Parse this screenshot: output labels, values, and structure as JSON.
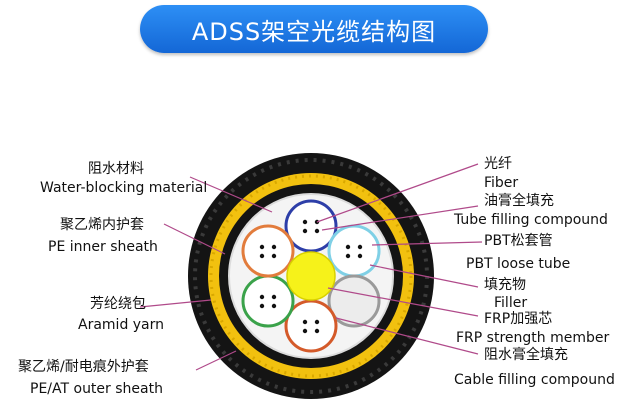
{
  "title": "ADSS架空光缆结构图",
  "labels_left": {
    "water_block_zh": "阻水材料",
    "water_block_en": "Water-blocking material",
    "inner_sheath_zh": "聚乙烯内护套",
    "inner_sheath_en": "PE inner sheath",
    "aramid_zh": "芳纶绕包",
    "aramid_en": "Aramid yarn",
    "outer_sheath_zh": "聚乙烯/耐电痕外护套",
    "outer_sheath_en": "PE/AT outer sheath"
  },
  "labels_right": {
    "fiber_zh": "光纤",
    "fiber_en": "Fiber",
    "tube_fill_zh": "油膏全填充",
    "tube_fill_en": "Tube filling compound",
    "pbt_zh": "PBT松套管",
    "pbt_en": "PBT loose tube",
    "filler_zh": "填充物",
    "filler_en": "Filler",
    "frp_zh": "FRP加强芯",
    "frp_en": "FRP strength member",
    "cable_fill_zh": "阻水膏全填充",
    "cable_fill_en": "Cable filling compound"
  },
  "colors": {
    "banner": "#1f7ae8",
    "outer_sheath": "#121212",
    "aramid": "#f2c10f",
    "leader_line": "#b04a8a",
    "center_member": "#f6f21a",
    "tube_colors": [
      "#2d3ea8",
      "#7fd0e6",
      "#bdbdbd",
      "#d45a2a",
      "#3aa24a",
      "#e27c3c"
    ]
  }
}
